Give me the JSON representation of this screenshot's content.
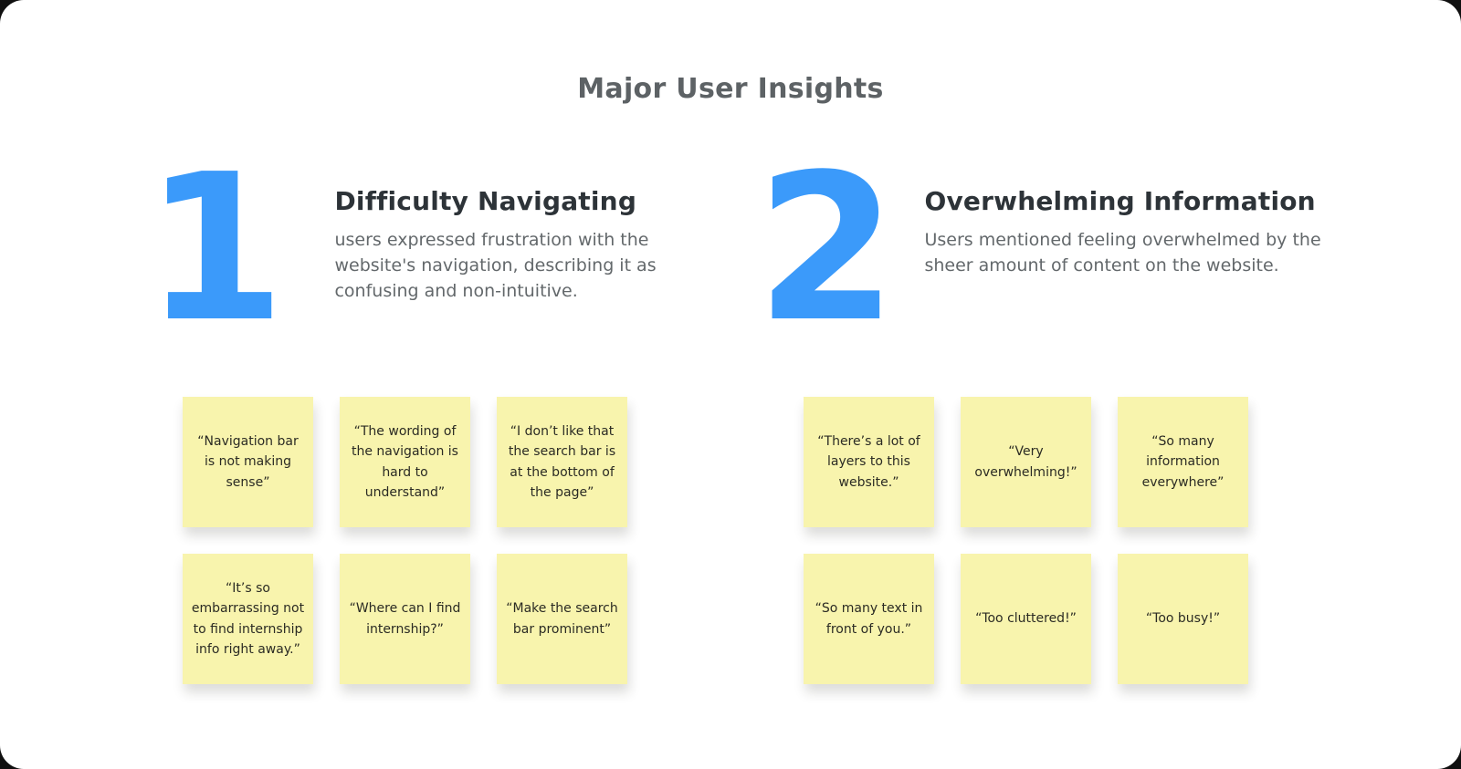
{
  "page": {
    "title": "Major User Insights",
    "accent_color": "#3b9afa",
    "note_color": "#f8f4ad",
    "background_color": "#ffffff"
  },
  "sections": [
    {
      "number": "1",
      "heading": "Difficulty Navigating",
      "description": "users expressed frustration with the website's navigation, describing it as confusing and non-intuitive.",
      "notes": [
        {
          "text": "“Navigation bar is not making sense”"
        },
        {
          "text": "“The wording of the navigation is hard to understand”"
        },
        {
          "text": "“I don’t like that the search bar is at the bottom of the page”"
        },
        {
          "text": "“It’s so embarrassing not to find internship info right away.”"
        },
        {
          "text": "“Where can I find internship?”"
        },
        {
          "text": "“Make the search bar prominent”"
        }
      ]
    },
    {
      "number": "2",
      "heading": "Overwhelming Information",
      "description": "Users mentioned feeling overwhelmed by the sheer amount of content on the website.",
      "notes": [
        {
          "text": "“There’s a lot of layers to this website.”"
        },
        {
          "text": "“Very overwhelming!”"
        },
        {
          "text": "“So many information everywhere”"
        },
        {
          "text": "“So many text in front of you.”"
        },
        {
          "text": "“Too cluttered!”"
        },
        {
          "text": "“Too busy!”"
        }
      ]
    }
  ]
}
